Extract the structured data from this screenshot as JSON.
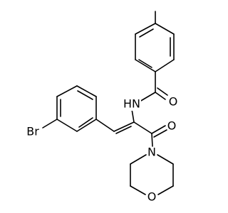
{
  "atoms": {
    "hn": {
      "label": "HN"
    },
    "o_amide": {
      "label": "O"
    },
    "o_ketone": {
      "label": "O"
    },
    "n_morpholine": {
      "label": "N"
    },
    "o_morpholine": {
      "label": "O"
    },
    "br": {
      "label": "Br"
    }
  },
  "colors": {
    "line": "#000000",
    "background": "#ffffff"
  }
}
